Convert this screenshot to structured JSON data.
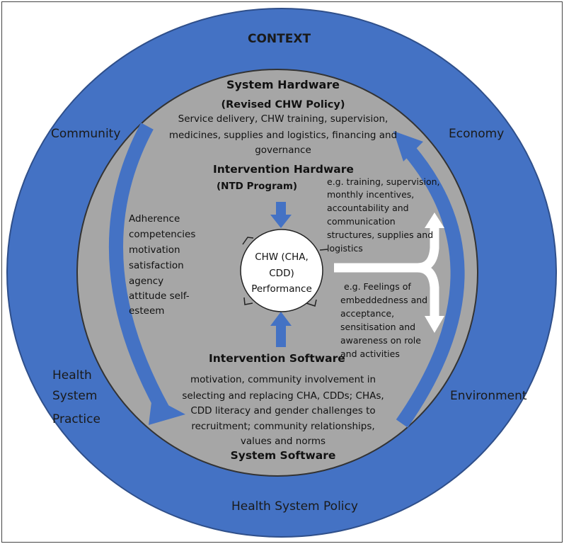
{
  "context_title": "CONTEXT",
  "outer_labels": {
    "community": "Community",
    "economy": "Economy",
    "environment": "Environment",
    "health_system_practice": [
      "Health",
      "System",
      "Practice"
    ],
    "health_system_policy": "Health System Policy"
  },
  "system_hardware": {
    "title": "System Hardware",
    "subtitle": "(Revised CHW Policy)",
    "items": [
      "Service delivery, CHW  training, supervision,",
      "medicines, supplies and logistics, financing and",
      "governance"
    ]
  },
  "intervention_hardware": {
    "title": "Intervention Hardware",
    "subtitle": "(NTD Program)"
  },
  "hardware_examples": [
    "e.g. training, supervision,",
    "monthly incentives,",
    "accountability and",
    "communication",
    "structures, supplies and",
    "logistics"
  ],
  "software_examples": [
    "e.g.  Feelings of",
    "embeddedness and",
    "acceptance,",
    "sensitisation and",
    "awareness on role",
    "and activities"
  ],
  "individual_factors": [
    "Adherence",
    "competencies",
    "motivation",
    "satisfaction",
    "agency",
    "attitude self-",
    "esteem"
  ],
  "center": [
    "CHW (CHA,",
    "CDD)",
    "Performance"
  ],
  "intervention_software": {
    "title": "Intervention Software"
  },
  "system_software": {
    "items": [
      "motivation, community involvement in",
      "selecting and replacing CHA, CDDs; CHAs,",
      "CDD literacy and gender challenges to",
      "recruitment; community relationships,",
      "values and norms"
    ],
    "title": "System Software"
  },
  "colors": {
    "outer_ring": "#4472c4",
    "inner_disc": "#a6a6a6",
    "arrow": "#4472c4",
    "white_arrow": "#ffffff"
  }
}
